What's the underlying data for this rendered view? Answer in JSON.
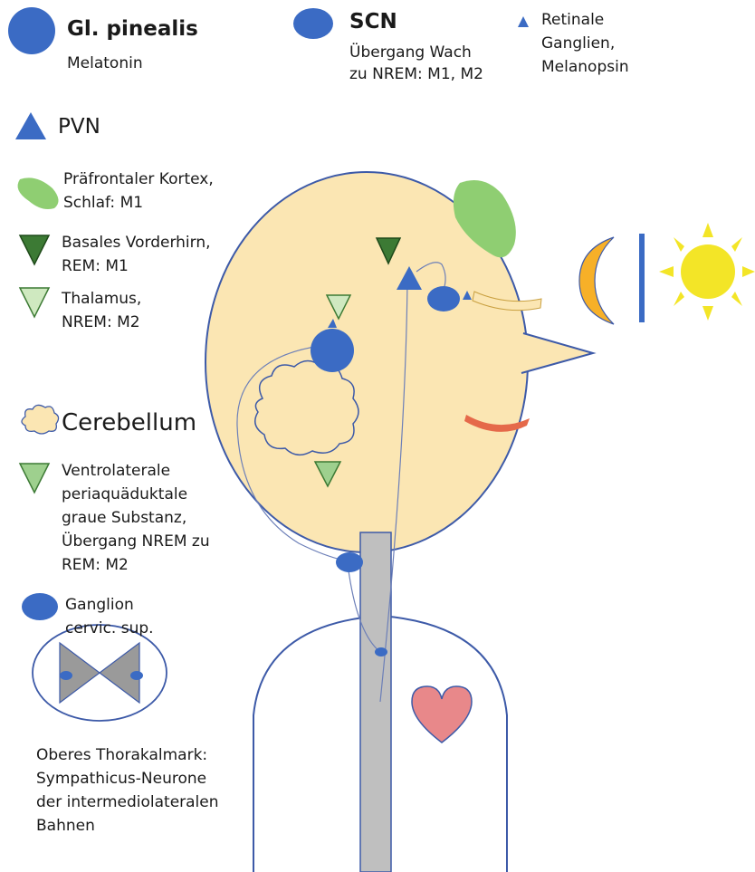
{
  "colors": {
    "blue": "#3b6bc4",
    "skin": "#fbe6b3",
    "outline": "#3d5aa8",
    "dark_green": "#3c7a34",
    "light_green": "#cfe9c0",
    "mid_green": "#9ed08e",
    "cortex_green": "#8fce72",
    "moon": "#f7b028",
    "sun": "#f3e527",
    "mouth": "#e5694a",
    "heart": "#e8888a",
    "spine": "#bfbfbf",
    "butterfly": "#9a9a9a"
  },
  "legend": {
    "pinealis": {
      "title": "Gl. pinealis",
      "subtitle": "Melatonin",
      "icon": "circle-icon"
    },
    "scn": {
      "title": "SCN",
      "line1": "Übergang Wach",
      "line2": "zu NREM: M1, M2",
      "icon": "ellipse-icon"
    },
    "retinal": {
      "line1": "Retinale",
      "line2": "Ganglien,",
      "line3": "Melanopsin",
      "icon": "small-triangle-icon"
    },
    "pvn": {
      "title": "PVN",
      "icon": "triangle-icon"
    },
    "cortex": {
      "line1": "Präfrontaler Kortex,",
      "line2": "Schlaf: M1",
      "icon": "green-blob-icon"
    },
    "basal": {
      "line1": "Basales Vorderhirn,",
      "line2": "REM: M1",
      "icon": "dark-green-triangle-icon"
    },
    "thalamus": {
      "line1": "Thalamus,",
      "line2": "NREM: M2",
      "icon": "light-green-triangle-icon"
    },
    "cerebellum": {
      "title": "Cerebellum",
      "icon": "cloud-icon"
    },
    "vlpag": {
      "line1": "Ventrolaterale",
      "line2": "periaquäduktale",
      "line3": "graue Substanz,",
      "line4": "Übergang NREM zu",
      "line5": "REM: M2",
      "icon": "mid-green-triangle-icon"
    },
    "ganglion": {
      "line1": "Ganglion",
      "line2": "cervic. sup.",
      "icon": "ellipse-icon"
    },
    "thorax": {
      "line1": "Oberes Thorakalmark:",
      "line2": "Sympathicus-Neurone",
      "line3": "der intermediolateralen",
      "line4": "Bahnen",
      "icon": "spinal-cross-section-icon"
    }
  },
  "icons": {
    "moon": "crescent-moon-icon",
    "sun": "sun-icon",
    "divider": "day-night-divider",
    "heart": "heart-icon"
  }
}
